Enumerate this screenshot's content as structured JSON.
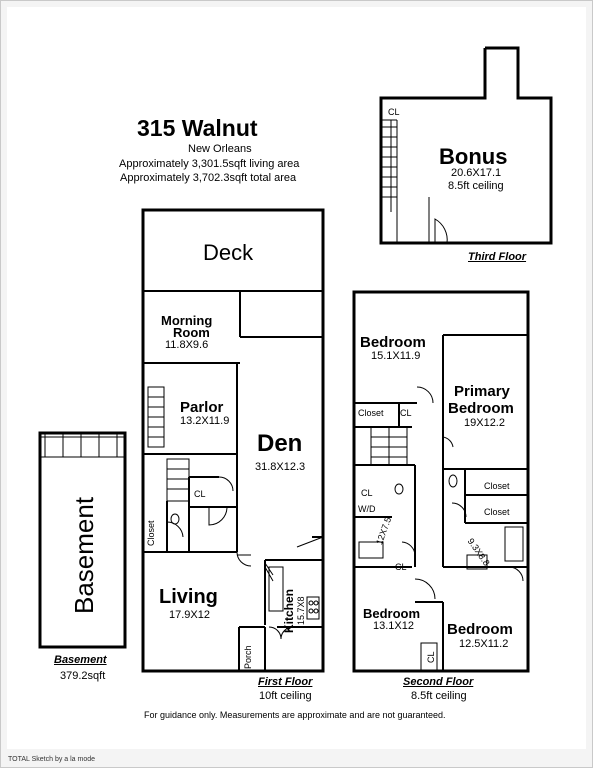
{
  "header": {
    "title": "315 Walnut",
    "city": "New Orleans",
    "living_area": "Approximately 3,301.5sqft living area",
    "total_area": "Approximately 3,702.3sqft total area"
  },
  "third_floor": {
    "label": "Third Floor",
    "closet": "CL",
    "bonus": {
      "name": "Bonus",
      "dims": "20.6X17.1",
      "ceiling": "8.5ft ceiling"
    }
  },
  "first_floor": {
    "label": "First Floor",
    "ceiling": "10ft ceiling",
    "deck": "Deck",
    "morning_room": {
      "name_line1": "Morning",
      "name_line2": "Room",
      "dims": "11.8X9.6"
    },
    "parlor": {
      "name": "Parlor",
      "dims": "13.2X11.9"
    },
    "den": {
      "name": "Den",
      "dims": "31.8X12.3"
    },
    "living": {
      "name": "Living",
      "dims": "17.9X12"
    },
    "kitchen": {
      "name": "Kitchen",
      "dims": "15.7X8"
    },
    "closet": "Closet",
    "cl": "CL",
    "porch": "Porch"
  },
  "second_floor": {
    "label": "Second Floor",
    "ceiling": "8.5ft ceiling",
    "bedroom_top": {
      "name": "Bedroom",
      "dims": "15.1X11.9"
    },
    "primary_bedroom": {
      "name_line1": "Primary",
      "name_line2": "Bedroom",
      "dims": "19X12.2"
    },
    "closet_left": "Closet",
    "closet_right_1": "Closet",
    "closet_right_2": "Closet",
    "cl_top": "CL",
    "cl_mid": "CL",
    "cl_bath": "CL",
    "cl_bottom": "CL",
    "wd": "W/D",
    "bath_left_dims": "12X7.5",
    "bath_right_dims": "9.3X8.8",
    "bedroom_bl": {
      "name": "Bedroom",
      "dims": "13.1X12"
    },
    "bedroom_br": {
      "name": "Bedroom",
      "dims": "12.5X11.2"
    }
  },
  "basement": {
    "name": "Basement",
    "label": "Basement",
    "area": "379.2sqft"
  },
  "disclaimer": "For guidance only. Measurements are approximate and are not guaranteed.",
  "credit": "TOTAL Sketch by a la mode"
}
